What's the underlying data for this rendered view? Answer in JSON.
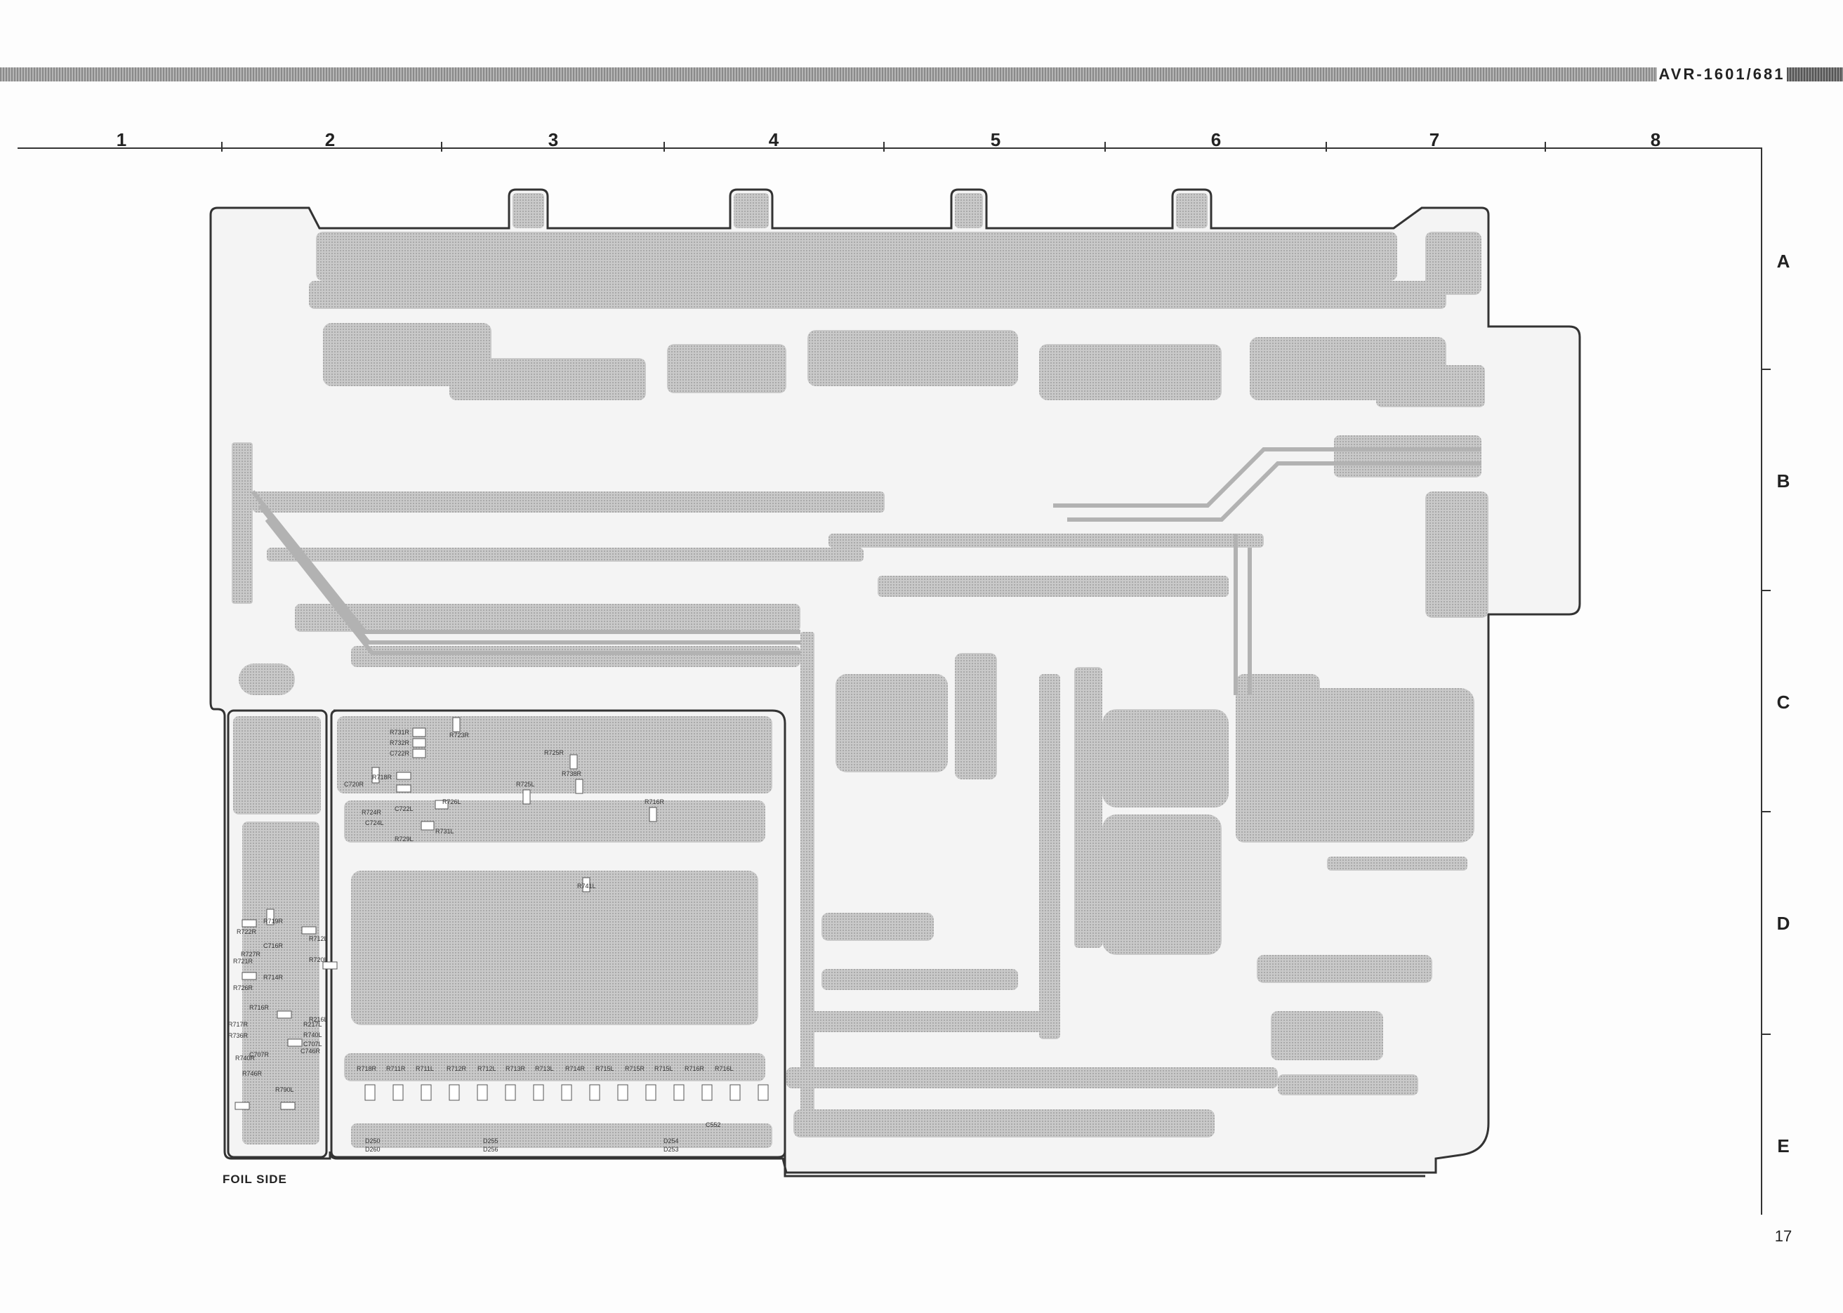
{
  "header": {
    "model": "AVR-1601/681"
  },
  "grid": {
    "columns": [
      "1",
      "2",
      "3",
      "4",
      "5",
      "6",
      "7",
      "8"
    ],
    "rows": [
      "A",
      "B",
      "C",
      "D",
      "E"
    ]
  },
  "footer": {
    "page_number": "17"
  },
  "board": {
    "caption": "FOIL SIDE",
    "part_labels": [
      "R731R",
      "R732R",
      "C722R",
      "R718R",
      "R723R",
      "C720R",
      "R724R",
      "C722L",
      "R729L",
      "R731L",
      "C724L",
      "R726L",
      "R725L",
      "R738R",
      "R725R",
      "R716R",
      "R741L",
      "R722R",
      "R719R",
      "C716R",
      "R727R",
      "R721R",
      "R726R",
      "R714R",
      "R716R",
      "R717R",
      "R736R",
      "R740R",
      "R746R",
      "C707R",
      "R790L",
      "R712L",
      "R216L",
      "R720L",
      "R217L",
      "R740L",
      "C707L",
      "C746R",
      "R718R",
      "R711R",
      "R711L",
      "R712R",
      "R712L",
      "R713R",
      "R713L",
      "R714R",
      "R715L",
      "R715R",
      "R715L",
      "R716R",
      "R716L",
      "D250",
      "D260",
      "D255",
      "D256",
      "D254",
      "D253",
      "C552"
    ],
    "colors": {
      "trace": "#b8b8b8",
      "outline": "#333333",
      "pad": "#ffffff"
    }
  }
}
